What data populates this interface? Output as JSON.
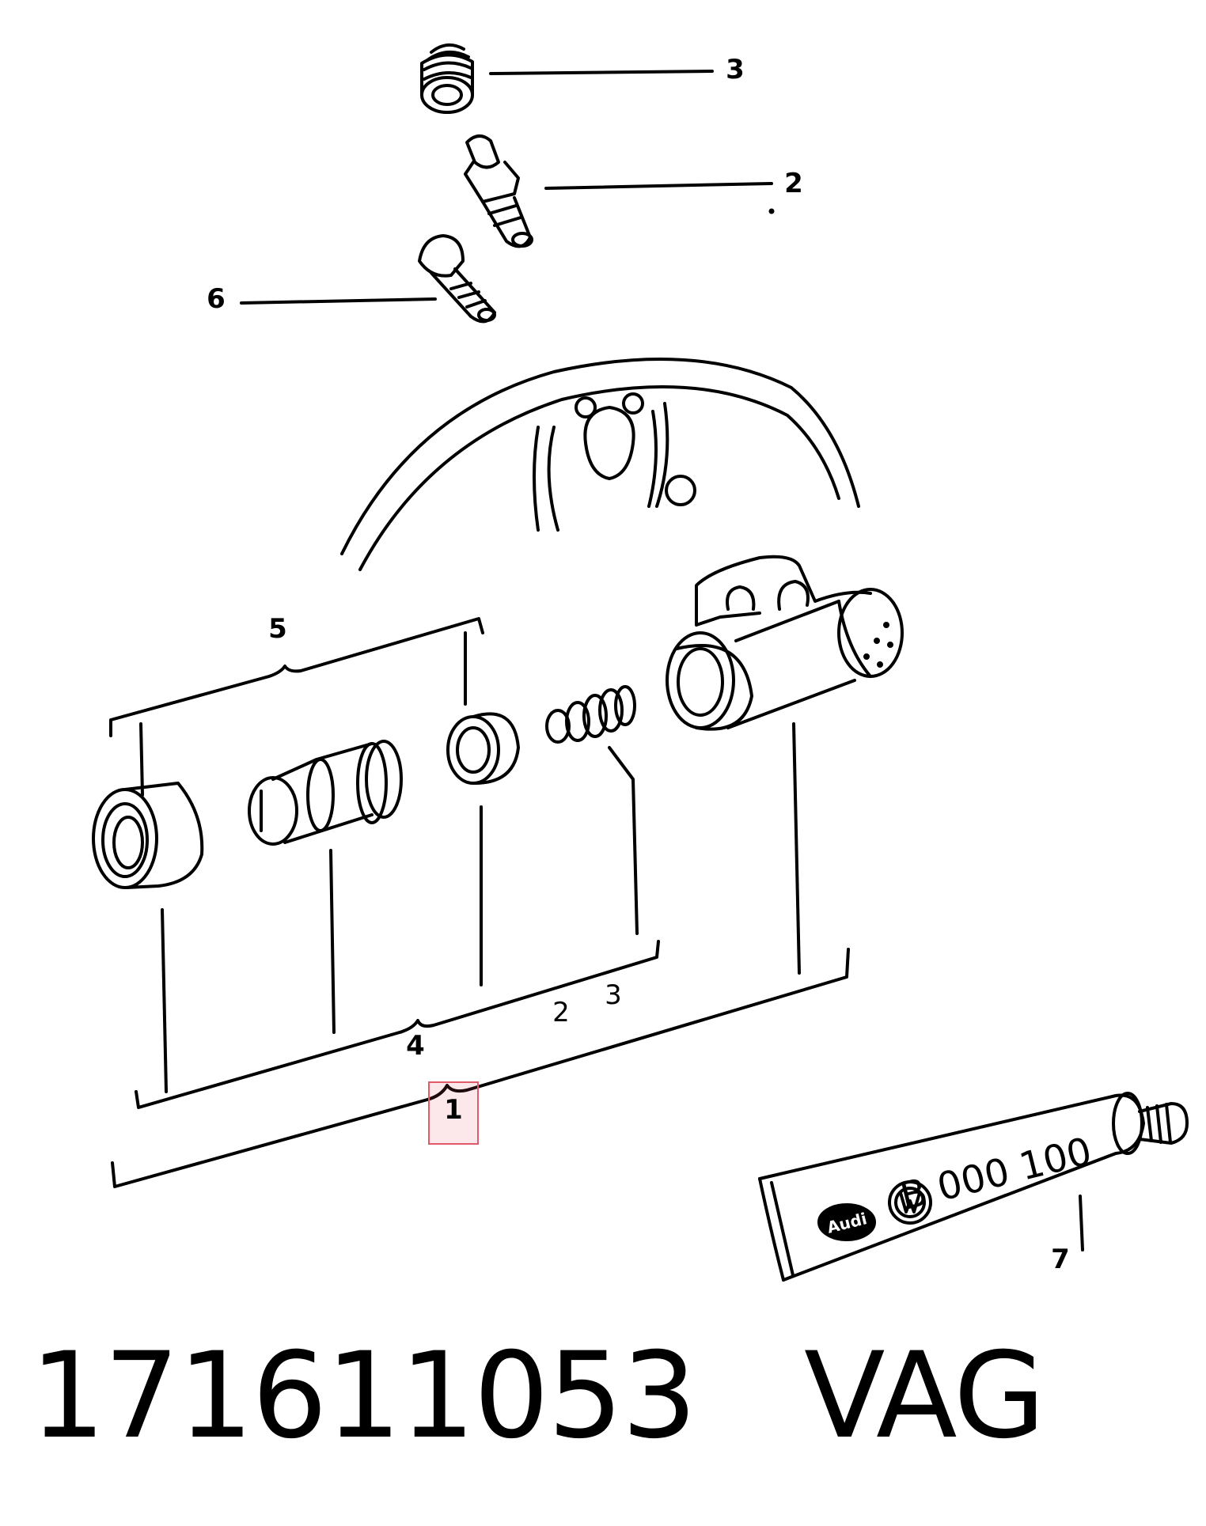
{
  "callouts": {
    "c1": "1",
    "c2_top": "2",
    "c3_top": "3",
    "c6": "6",
    "c5": "5",
    "c4": "4",
    "c2_low": "2",
    "c3_low": "3",
    "c7": "7"
  },
  "tube": {
    "audi_logo": "Audi",
    "part_code": "B 000 100"
  },
  "caption": {
    "part_number": "171611053",
    "brand": "VAG"
  },
  "colors": {
    "line": "#000000",
    "highlight_border": "#e05a6a"
  }
}
